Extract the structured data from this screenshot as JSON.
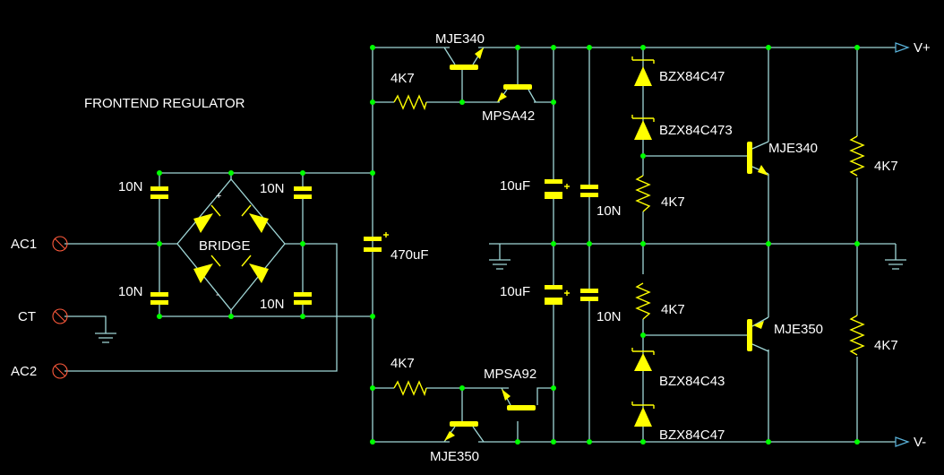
{
  "title": "FRONTEND REGULATOR",
  "colors": {
    "background": "#000000",
    "wire": "#9fd6d6",
    "component": "#ffff00",
    "junction": "#00ff00",
    "terminal": "#ff5a3c",
    "text": "#ffffff"
  },
  "inputs": {
    "ac1": "AC1",
    "ct": "CT",
    "ac2": "AC2"
  },
  "outputs": {
    "vplus": "V+",
    "vminus": "V-"
  },
  "bridge": {
    "label": "BRIDGE",
    "plus": "+",
    "minus": "-"
  },
  "caps": {
    "c_tl": "10N",
    "c_tr": "10N",
    "c_bl": "10N",
    "c_br": "10N",
    "c_main": "470uF",
    "c_e1": "10uF",
    "c_e2": "10uF",
    "c_f1": "10N",
    "c_f2": "10N"
  },
  "resistors": {
    "r_top": "4K7",
    "r_bot": "4K7",
    "r_mid1": "4K7",
    "r_mid2": "4K7",
    "r_right1": "4K7",
    "r_right2": "4K7"
  },
  "transistors": {
    "q_top_pass": "MJE340",
    "q_top_drv": "MPSA42",
    "q_bot_drv": "MPSA92",
    "q_bot_pass": "MJE350",
    "q_out_pos": "MJE340",
    "q_out_neg": "MJE350"
  },
  "zeners": {
    "z1": "BZX84C47",
    "z2": "BZX84C473",
    "z3": "BZX84C43",
    "z4": "BZX84C47"
  }
}
